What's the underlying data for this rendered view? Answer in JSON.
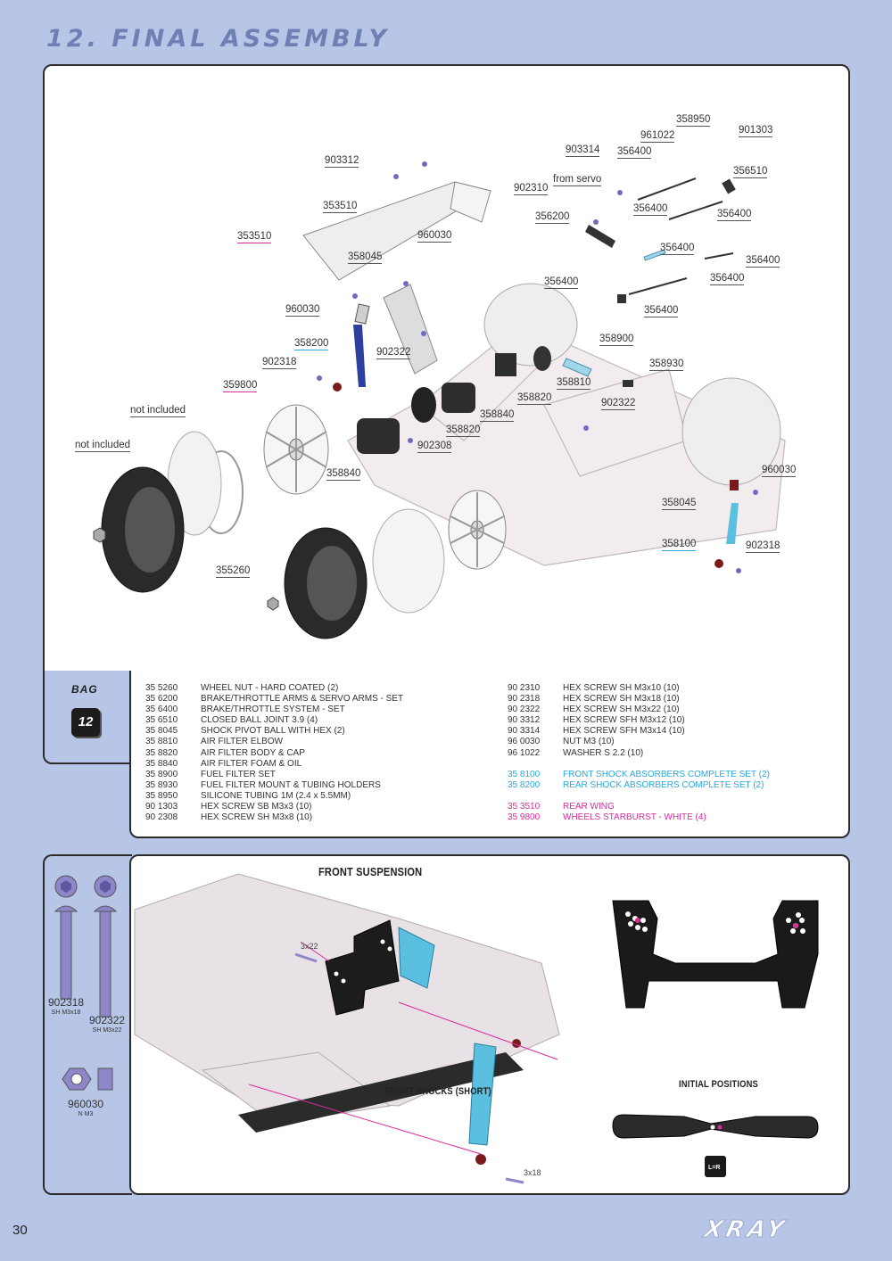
{
  "title": "12. FINAL ASSEMBLY",
  "callouts": {
    "c358950": "358950",
    "c961022": "961022",
    "c901303": "901303",
    "c903314": "903314",
    "c356400a": "356400",
    "c356510": "356510",
    "c903312": "903312",
    "c902310": "902310",
    "c_from_servo": "from servo",
    "c356400b": "356400",
    "c356400c": "356400",
    "c353510a": "353510",
    "c356200": "356200",
    "c356400d": "356400",
    "c353510b": "353510",
    "c960030a": "960030",
    "c358045a": "358045",
    "c356400e": "356400",
    "c356400f": "356400",
    "c356400g": "356400",
    "c960030b": "960030",
    "c356400h": "356400",
    "c358200": "358200",
    "c358900": "358900",
    "c902322a": "902322",
    "c902318a": "902318",
    "c358930": "358930",
    "c358810": "358810",
    "c359800": "359800",
    "c358820a": "358820",
    "c902322b": "902322",
    "c_not_included_a": "not included",
    "c358840a": "358840",
    "c358820b": "358820",
    "c_not_included_b": "not included",
    "c902308": "902308",
    "c358840b": "358840",
    "c960030c": "960030",
    "c358045b": "358045",
    "c358100": "358100",
    "c902318b": "902318",
    "c355260": "355260"
  },
  "bag": {
    "label": "BAG",
    "number": "12"
  },
  "parts_left": [
    {
      "code": "35 5260",
      "desc": "WHEEL NUT - HARD COATED (2)"
    },
    {
      "code": "35 6200",
      "desc": "BRAKE/THROTTLE ARMS & SERVO ARMS - SET"
    },
    {
      "code": "35 6400",
      "desc": "BRAKE/THROTTLE SYSTEM - SET"
    },
    {
      "code": "35 6510",
      "desc": "CLOSED BALL JOINT 3.9 (4)"
    },
    {
      "code": "35 8045",
      "desc": "SHOCK PIVOT BALL WITH HEX (2)"
    },
    {
      "code": "35 8810",
      "desc": "AIR FILTER ELBOW"
    },
    {
      "code": "35 8820",
      "desc": "AIR FILTER BODY & CAP"
    },
    {
      "code": "35 8840",
      "desc": "AIR FILTER FOAM & OIL"
    },
    {
      "code": "35 8900",
      "desc": "FUEL FILTER SET"
    },
    {
      "code": "35 8930",
      "desc": "FUEL FILTER MOUNT & TUBING HOLDERS"
    },
    {
      "code": "35 8950",
      "desc": "SILICONE TUBING 1M (2.4 x 5.5MM)"
    },
    {
      "code": "90 1303",
      "desc": "HEX SCREW  SB M3x3  (10)"
    },
    {
      "code": "90 2308",
      "desc": "HEX SCREW  SH M3x8  (10)"
    }
  ],
  "parts_right": [
    {
      "code": "90 2310",
      "desc": "HEX SCREW  SH M3x10  (10)"
    },
    {
      "code": "90 2318",
      "desc": "HEX SCREW  SH M3x18  (10)"
    },
    {
      "code": "90 2322",
      "desc": "HEX SCREW  SH M3x22  (10)"
    },
    {
      "code": "90 3312",
      "desc": "HEX SCREW  SFH M3x12  (10)"
    },
    {
      "code": "90 3314",
      "desc": "HEX SCREW  SFH M3x14  (10)"
    },
    {
      "code": "96 0030",
      "desc": "NUT M3  (10)"
    },
    {
      "code": "96 1022",
      "desc": "WASHER S 2.2 (10)"
    }
  ],
  "parts_right_colored": [
    {
      "code": "35 8100",
      "desc": "FRONT SHOCK ABSORBERS COMPLETE SET (2)",
      "color": "blue"
    },
    {
      "code": "35 8200",
      "desc": "REAR SHOCK ABSORBERS COMPLETE SET (2)",
      "color": "blue"
    },
    {
      "code": "35 3510",
      "desc": "REAR WING",
      "color": "pink"
    },
    {
      "code": "35 9800",
      "desc": "WHEELS STARBURST - WHITE (4)",
      "color": "pink"
    }
  ],
  "hardware": {
    "s902318": {
      "code": "902318",
      "sub": "SH M3x18"
    },
    "s902322": {
      "code": "902322",
      "sub": "SH M3x22"
    },
    "n960030": {
      "code": "960030",
      "sub": "N M3"
    }
  },
  "front_suspension": {
    "title": "FRONT SUSPENSION",
    "screw_top": "3x22",
    "shocks_label": "FRONT SHOCKS (SHORT)",
    "screw_bottom": "3x18",
    "initial_positions": "INITIAL POSITIONS",
    "lr_icon_text": "L=R"
  },
  "colors": {
    "page_bg": "#b7c5e6",
    "accent_blue": "#2aa7d8",
    "accent_pink": "#d62c9a",
    "hardware_purple": "#8d86c9"
  },
  "footer": {
    "page_number": "30",
    "brand": "XRAY"
  }
}
